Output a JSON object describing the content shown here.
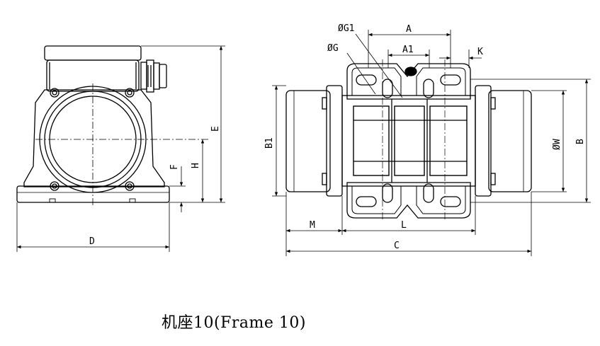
{
  "caption": "机座10(Frame 10)",
  "labels": {
    "D": "D",
    "E": "E",
    "F": "F",
    "H": "H",
    "A": "A",
    "A1": "A1",
    "K": "K",
    "G1": "ØG1",
    "G": "ØG",
    "B1": "B1",
    "W": "ØW",
    "B": "B",
    "M": "M",
    "L": "L",
    "C": "C"
  }
}
